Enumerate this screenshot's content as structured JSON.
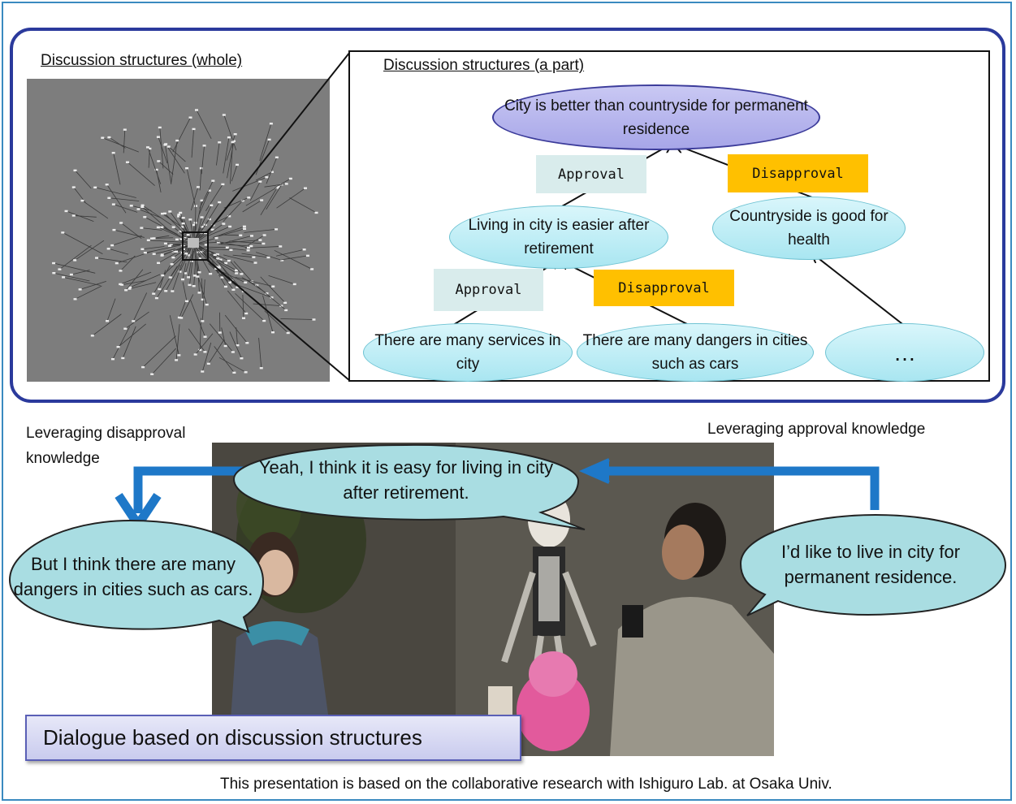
{
  "overview": {
    "whole_title": "Discussion structures (whole)",
    "part_title": "Discussion structures (a part)"
  },
  "tree": {
    "root": "City is better than countryside for permanent residence",
    "node_easier": "Living in city is easier after retirement",
    "node_health": "Countryside is good for health",
    "node_services": "There are many services in city",
    "node_dangers": "There are many dangers in cities such as cars",
    "node_more": "…",
    "label_approval": "Approval",
    "label_disapproval": "Disapproval"
  },
  "dialogue": {
    "left_note": "Leveraging disapproval knowledge",
    "right_note": "Leveraging approval knowledge",
    "bubble_robot": "Yeah, I think it is easy for living in city after retirement.",
    "bubble_android": "But I think there are many dangers in cities such as cars.",
    "bubble_human": "I’d like to live in city for permanent residence.",
    "caption": "Dialogue based on discussion structures"
  },
  "footer": "This presentation is based on the collaborative research with Ishiguro Lab. at Osaka Univ.",
  "colors": {
    "frame": "#3a8ac0",
    "topbox": "#2b3a9c",
    "approval_bg": "#d9ecec",
    "disapproval_bg": "#ffc000",
    "arrow_blue": "#1e78c8",
    "bubble_fill": "#a9dde2"
  }
}
